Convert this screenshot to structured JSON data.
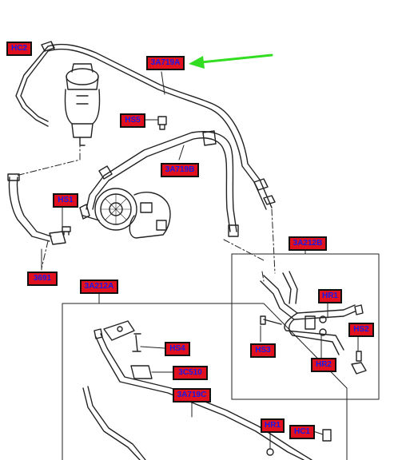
{
  "labels": {
    "hc2": "HC2",
    "a3719a": "3A719A",
    "hs5": "HS5",
    "a3719b": "3A719B",
    "hs1": "HS1",
    "p3691": "3691",
    "a3212b": "3A212B",
    "hr1_top": "HR1",
    "hs2": "HS2",
    "hs3": "HS3",
    "hr2": "HR2",
    "a3212a": "3A212A",
    "hs4": "HS4",
    "c3510": "3C510",
    "a3719c": "3A719C",
    "hr1_bottom": "HR1",
    "hc1": "HC1"
  },
  "colors": {
    "label_fill": "#e0101e",
    "label_text": "#1a1ae6",
    "pointer_arrow": "#33dd22",
    "line": "#222222"
  }
}
